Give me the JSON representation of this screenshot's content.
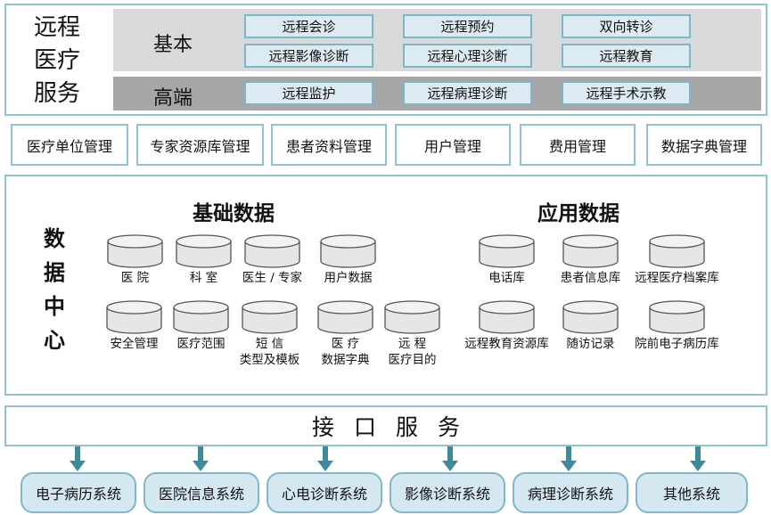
{
  "service": {
    "title": [
      "远程",
      "医疗",
      "服务"
    ],
    "basic_label": "基本",
    "advanced_label": "高端",
    "basic_items": [
      "远程会诊",
      "远程预约",
      "双向转诊",
      "远程影像诊断",
      "远程心理诊断",
      "远程教育"
    ],
    "advanced_items": [
      "远程监护",
      "远程病理诊断",
      "远程手术示教"
    ]
  },
  "management": [
    "医疗单位管理",
    "专家资源库管理",
    "患者资料管理",
    "用户管理",
    "费用管理",
    "数据字典管理"
  ],
  "data_center": {
    "title": [
      "数",
      "据",
      "中",
      "心"
    ],
    "basic_heading": "基础数据",
    "app_heading": "应用数据",
    "basic_db": [
      [
        "医  院"
      ],
      [
        "科  室"
      ],
      [
        "医生 / 专家"
      ],
      [
        "用户数据"
      ],
      [
        "安全管理"
      ],
      [
        "医疗范围"
      ],
      [
        "短  信",
        "类型及模板"
      ],
      [
        "医  疗",
        "数据字典"
      ],
      [
        "远  程",
        "医疗目的"
      ]
    ],
    "app_db": [
      [
        "电话库"
      ],
      [
        "患者信息库"
      ],
      [
        "远程医疗档案库"
      ],
      [
        "远程教育资源库"
      ],
      [
        "随访记录"
      ],
      [
        "院前电子病历库"
      ]
    ]
  },
  "interface": {
    "label": "接口服务"
  },
  "systems": [
    "电子病历系统",
    "医院信息系统",
    "心电诊断系统",
    "影像诊断系统",
    "病理诊断系统",
    "其他系统"
  ],
  "colors": {
    "frame": "#8fc3cf",
    "button_fill": "#dceaf2",
    "basic_band": "#d9d9d9",
    "advanced_band": "#a6a6a6",
    "arrow": "#3d8a9a",
    "system_fill": "#d5e7f0"
  }
}
